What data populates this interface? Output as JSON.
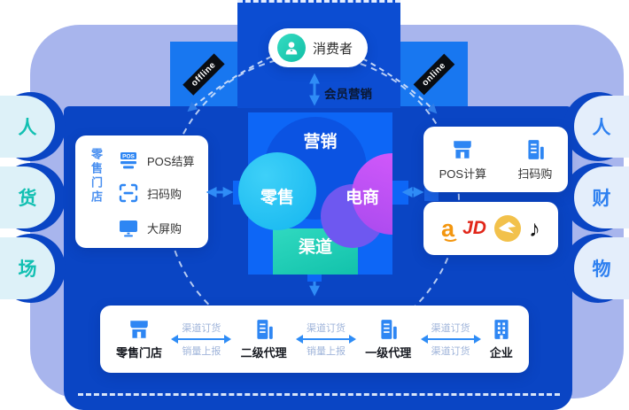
{
  "badges": {
    "offline": "offline",
    "online": "online"
  },
  "consumer": {
    "label": "消费者"
  },
  "member_marketing_label": "会员营销",
  "left_pills": [
    "人",
    "货",
    "场"
  ],
  "right_pills": [
    "人",
    "财",
    "物"
  ],
  "venn": {
    "marketing": "营销",
    "retail": "零售",
    "ecommerce": "电商",
    "channel": "渠道"
  },
  "left_card": {
    "title": "零售门店",
    "items": [
      {
        "icon": "pos-terminal",
        "label": "POS结算"
      },
      {
        "icon": "scan-frame",
        "label": "扫码购"
      },
      {
        "icon": "big-screen",
        "label": "大屏购"
      }
    ]
  },
  "right_card_top": {
    "items": [
      {
        "icon": "storefront",
        "label": "POS计算"
      },
      {
        "icon": "ledger",
        "label": "扫码购"
      }
    ]
  },
  "right_card_logos": {
    "amazon_text": "a",
    "jd_text": "JD",
    "yellow_logo": "yellow-marketplace-logo",
    "note_logo": "douyin-note",
    "note_glyph": "♪"
  },
  "bottom_card": {
    "nodes": [
      {
        "icon": "storefront",
        "label": "零售门店"
      },
      {
        "icon": "ledger",
        "label": "二级代理"
      },
      {
        "icon": "ledger",
        "label": "一级代理"
      },
      {
        "icon": "building",
        "label": "企业"
      }
    ],
    "links": [
      {
        "top": "渠道订货",
        "bottom": "销量上报"
      },
      {
        "top": "渠道订货",
        "bottom": "销量上报"
      },
      {
        "top": "渠道订货",
        "bottom": "渠道订货"
      }
    ]
  },
  "colors": {
    "periwinkle": "#a8b5ed",
    "panel_blue": "#0a45c4",
    "bright_blue_square": "#1877f0",
    "venn_blue": "#0d66f6",
    "cyan": "#1ec2f4",
    "purple": "#c14ef2",
    "indigo_overlap": "#6e58f0",
    "teal": "#17ccb4",
    "icon_blue": "#2e86f3",
    "arrow_blue": "#2f8cf6",
    "left_pill_text": "#12c0b2",
    "right_pill_text": "#2e80f0",
    "link_label_gray": "#9fb4da",
    "amazon_orange": "#f3960f",
    "jd_red": "#e12619",
    "consumer_teal": "#1fc9b2"
  }
}
